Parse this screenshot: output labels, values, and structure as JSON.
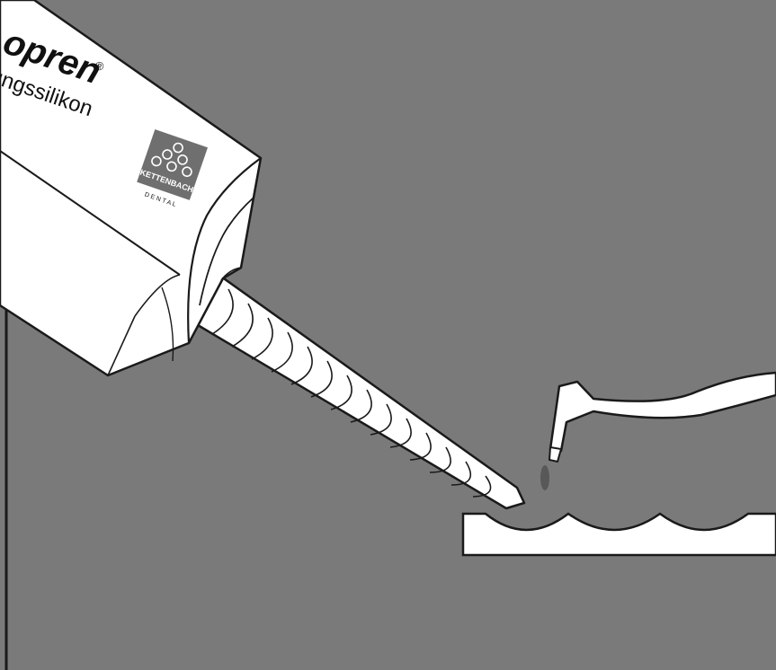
{
  "illustration": {
    "background_color": "#7a7a7a",
    "outline_color": "#1a1a1a",
    "fill_color": "#ffffff",
    "logo_color": "#6f6f6f"
  },
  "cartridge": {
    "brand_text": "opren",
    "registered_mark": "®",
    "subtitle": "ungssilikon"
  },
  "logo": {
    "name": "KETTENBACH",
    "tagline": "D E N T A L"
  }
}
